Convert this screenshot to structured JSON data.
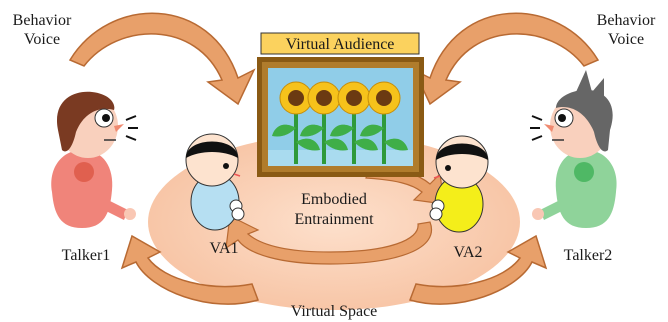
{
  "labels": {
    "top_left": [
      "Behavior",
      "Voice"
    ],
    "top_right": [
      "Behavior",
      "Voice"
    ],
    "virtual_audience": "Virtual Audience",
    "center": [
      "Embodied",
      "Entrainment"
    ],
    "va1": "VA1",
    "va2": "VA2",
    "talker1": "Talker1",
    "talker2": "Talker2",
    "bottom": "Virtual Space"
  },
  "colors": {
    "arrow": "#e8a06a",
    "arrow_edge": "#b86a33",
    "space": "#f8cdb0",
    "frame": "#8a5a14",
    "frame_bg": "#90cde8",
    "talker1_body": "#f0847a",
    "talker2_body": "#8fd39a",
    "va1_body": "#b6dff2",
    "va2_body": "#f4ee1a",
    "label_bg": "#fbd25e"
  }
}
